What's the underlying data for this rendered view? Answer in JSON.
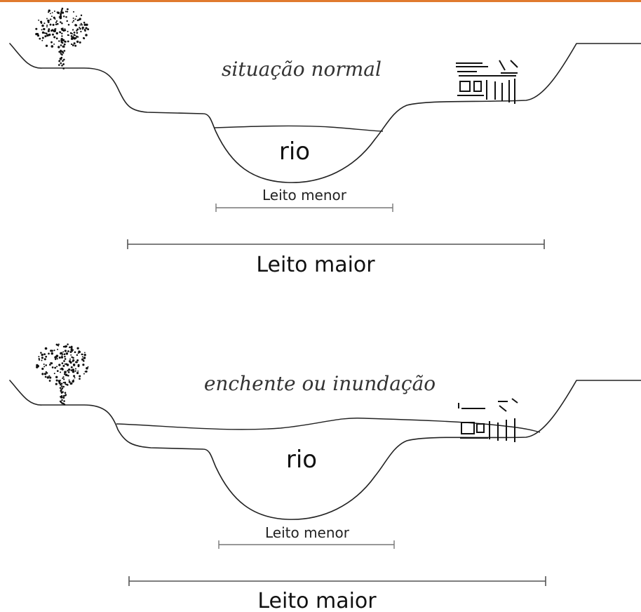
{
  "header": {
    "accent_color": "#e07a2e"
  },
  "panels": [
    {
      "title": "situação normal",
      "river_label": "rio",
      "minor_bed_label": "Leito menor",
      "major_bed_label": "Leito maior"
    },
    {
      "title": "enchente ou inundação",
      "river_label": "rio",
      "minor_bed_label": "Leito menor",
      "major_bed_label": "Leito maior"
    }
  ],
  "icons": {
    "tree": "tree-icon",
    "house": "house-icon"
  }
}
